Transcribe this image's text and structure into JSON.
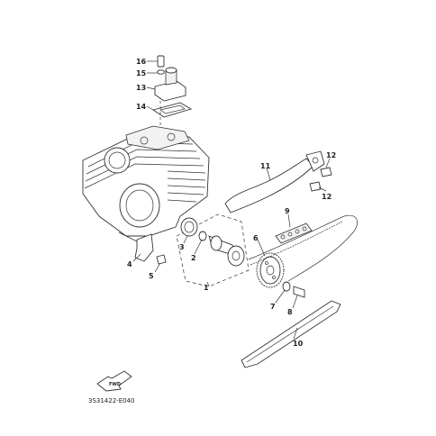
{
  "callouts": {
    "c1": "1",
    "c2": "2",
    "c3": "3",
    "c4": "4",
    "c5": "5",
    "c6": "6",
    "c7": "7",
    "c8": "8",
    "c9": "9",
    "c10": "10",
    "c11": "11",
    "c12a": "12",
    "c12b": "12",
    "c13": "13",
    "c14": "14",
    "c15": "15",
    "c16": "16"
  },
  "fwd_label": "FWD",
  "diagram_code": "3S31422-E040"
}
